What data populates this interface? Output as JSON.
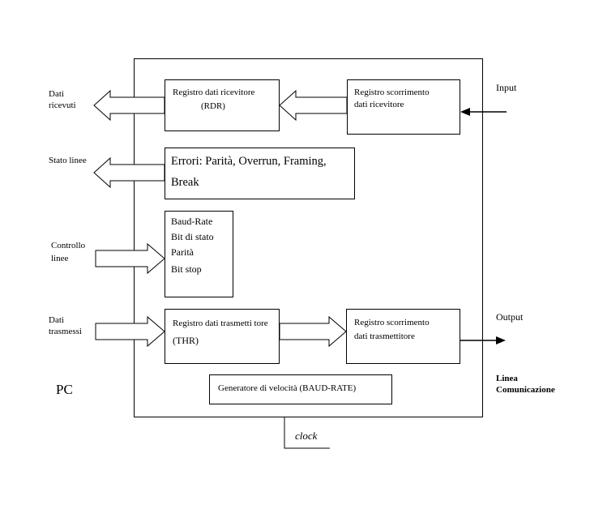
{
  "diagram": {
    "outer_labels": {
      "dati_ricevuti": [
        "Dati",
        "ricevuti"
      ],
      "stato_linee": "Stato linee",
      "controllo_linee": [
        "Controllo",
        "linee"
      ],
      "dati_trasmessi": [
        "Dati",
        "trasmessi"
      ],
      "input": "Input",
      "output": "Output",
      "pc": "PC",
      "linea_comunicazione": [
        "Linea",
        "Comunicazione"
      ],
      "clock": "clock"
    },
    "boxes": {
      "registro_dati_ricevitore": [
        "Registro dati ricevitore",
        "(RDR)"
      ],
      "registro_scorrimento_ricevitore": [
        "Registro scorrimento",
        "dati ricevitore"
      ],
      "errori": [
        "Errori: Parità, Overrun, Framing,",
        "Break"
      ],
      "controllo": [
        "Baud-Rate",
        "Bit di stato",
        "Parità",
        "Bit stop"
      ],
      "registro_dati_trasmettitore": [
        "Registro dati trasmetti tore",
        "(THR)"
      ],
      "registro_scorrimento_trasmettitore": [
        "Registro scorrimento",
        "dati trasmettitore"
      ],
      "generatore_velocita": "Generatore di velocità (BAUD-RATE)"
    }
  }
}
